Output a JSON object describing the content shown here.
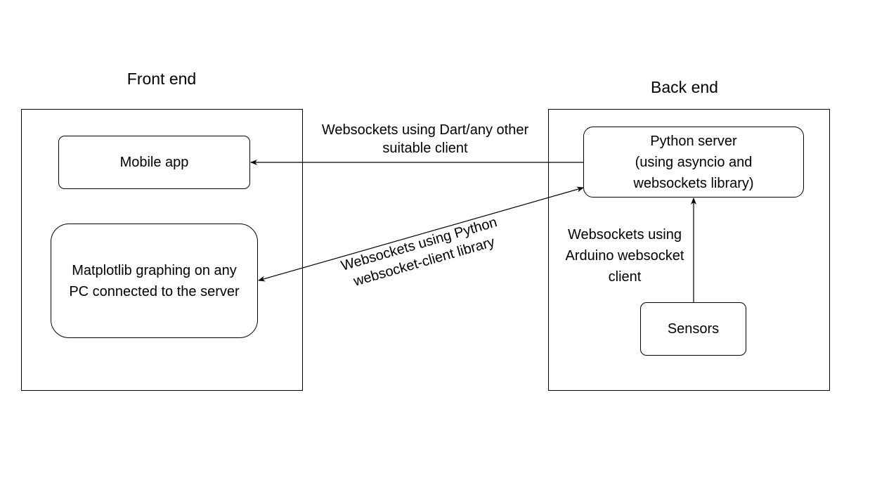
{
  "front_end": {
    "title": "Front end",
    "mobile_app": "Mobile app",
    "matplotlib_line1": "Matplotlib graphing on any",
    "matplotlib_line2": "PC connected to the server"
  },
  "back_end": {
    "title": "Back end",
    "python_server_line1": "Python server",
    "python_server_line2": "(using asyncio and",
    "python_server_line3": "websockets library)",
    "sensors": "Sensors"
  },
  "edges": {
    "dart_line1": "Websockets using Dart/any other",
    "dart_line2": "suitable client",
    "python_client_line1": "Websockets using Python",
    "python_client_line2": "websocket-client library",
    "arduino_line1": "Websockets using",
    "arduino_line2": "Arduino websocket",
    "arduino_line3": "client"
  },
  "colors": {
    "stroke": "#000000",
    "background": "#ffffff"
  }
}
